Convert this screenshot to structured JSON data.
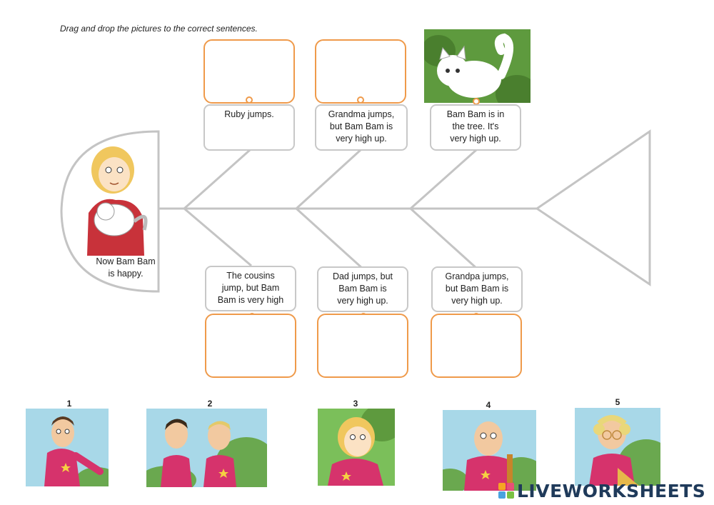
{
  "instruction": "Drag and drop the pictures to the correct sentences.",
  "head": {
    "text_line1": "Now Bam Bam",
    "text_line2": "is happy."
  },
  "sentences": {
    "top": [
      {
        "line1": "Ruby jumps.",
        "line2": "",
        "line3": ""
      },
      {
        "line1": "Grandma jumps,",
        "line2": "but Bam Bam is",
        "line3": "very high up."
      },
      {
        "line1": "Bam Bam is in",
        "line2": "the tree. It's",
        "line3": "very high up."
      }
    ],
    "bottom": [
      {
        "line1": "The cousins",
        "line2": "jump, but Bam",
        "line3": "Bam is very high"
      },
      {
        "line1": "Dad jumps, but",
        "line2": "Bam Bam is",
        "line3": "very high up."
      },
      {
        "line1": "Grandpa jumps,",
        "line2": "but Bam Bam is",
        "line3": "very high up."
      }
    ]
  },
  "pictures": [
    {
      "number": "1",
      "icon": "man-in-red-shirt"
    },
    {
      "number": "2",
      "icon": "two-cousins"
    },
    {
      "number": "3",
      "icon": "ruby-girl"
    },
    {
      "number": "4",
      "icon": "grandpa"
    },
    {
      "number": "5",
      "icon": "grandma"
    }
  ],
  "logo": {
    "text": "LIVEWORKSHEETS"
  },
  "colors": {
    "drop_border": "#ef9a4a",
    "sentence_border": "#c8c8c8",
    "bone": "#c4c4c4",
    "sky": "#a8d8e8",
    "bush": "#6aa84f",
    "shirt": "#d6336c"
  }
}
